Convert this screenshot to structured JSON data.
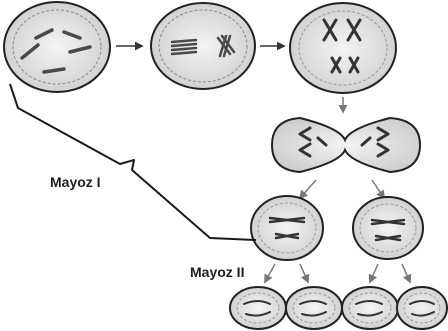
{
  "labels": {
    "meiosis_one": "Mayoz I",
    "meiosis_two": "Mayoz II"
  },
  "colors": {
    "outline": "#222222",
    "cell_fill_outer": "#e2e2e2",
    "cell_fill_inner": "#cfcfcf",
    "chromosome": "#4a4a4a",
    "arrow": "#555555"
  },
  "stages": [
    "interphase",
    "prophase-i",
    "metaphase-i",
    "telophase-i",
    "meiosis-ii-cells",
    "daughter-cells"
  ],
  "daughter_cell_count": 4
}
